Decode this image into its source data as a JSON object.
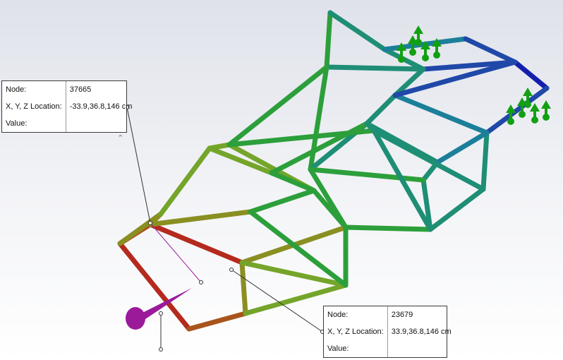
{
  "colors": {
    "red": "#b42a1d",
    "orange": "#a8541c",
    "olive": "#8a8f22",
    "yellowgreen": "#74a52a",
    "green": "#2c9f3b",
    "teal": "#1e8e75",
    "cyan": "#1c7f9a",
    "blue": "#1f48a8",
    "darkblue": "#141fae",
    "magenta": "#9a1a9a",
    "fixture": "#12a012"
  },
  "probes": [
    {
      "node_label": "Node:",
      "node_value": "37665",
      "location_label": "X, Y, Z Location:",
      "location_value": "-33.9,36.8,146 cm",
      "value_label": "Value:",
      "value_value": ""
    },
    {
      "node_label": "Node:",
      "node_value": "23679",
      "location_label": "X, Y, Z Location:",
      "location_value": "33.9,36.8,146 cm",
      "value_label": "Value:",
      "value_value": ""
    }
  ],
  "icons": {
    "collapse": "chevron-up-icon",
    "fixture": "fixed-geometry-arrow-icon",
    "load": "force-load-icon"
  }
}
